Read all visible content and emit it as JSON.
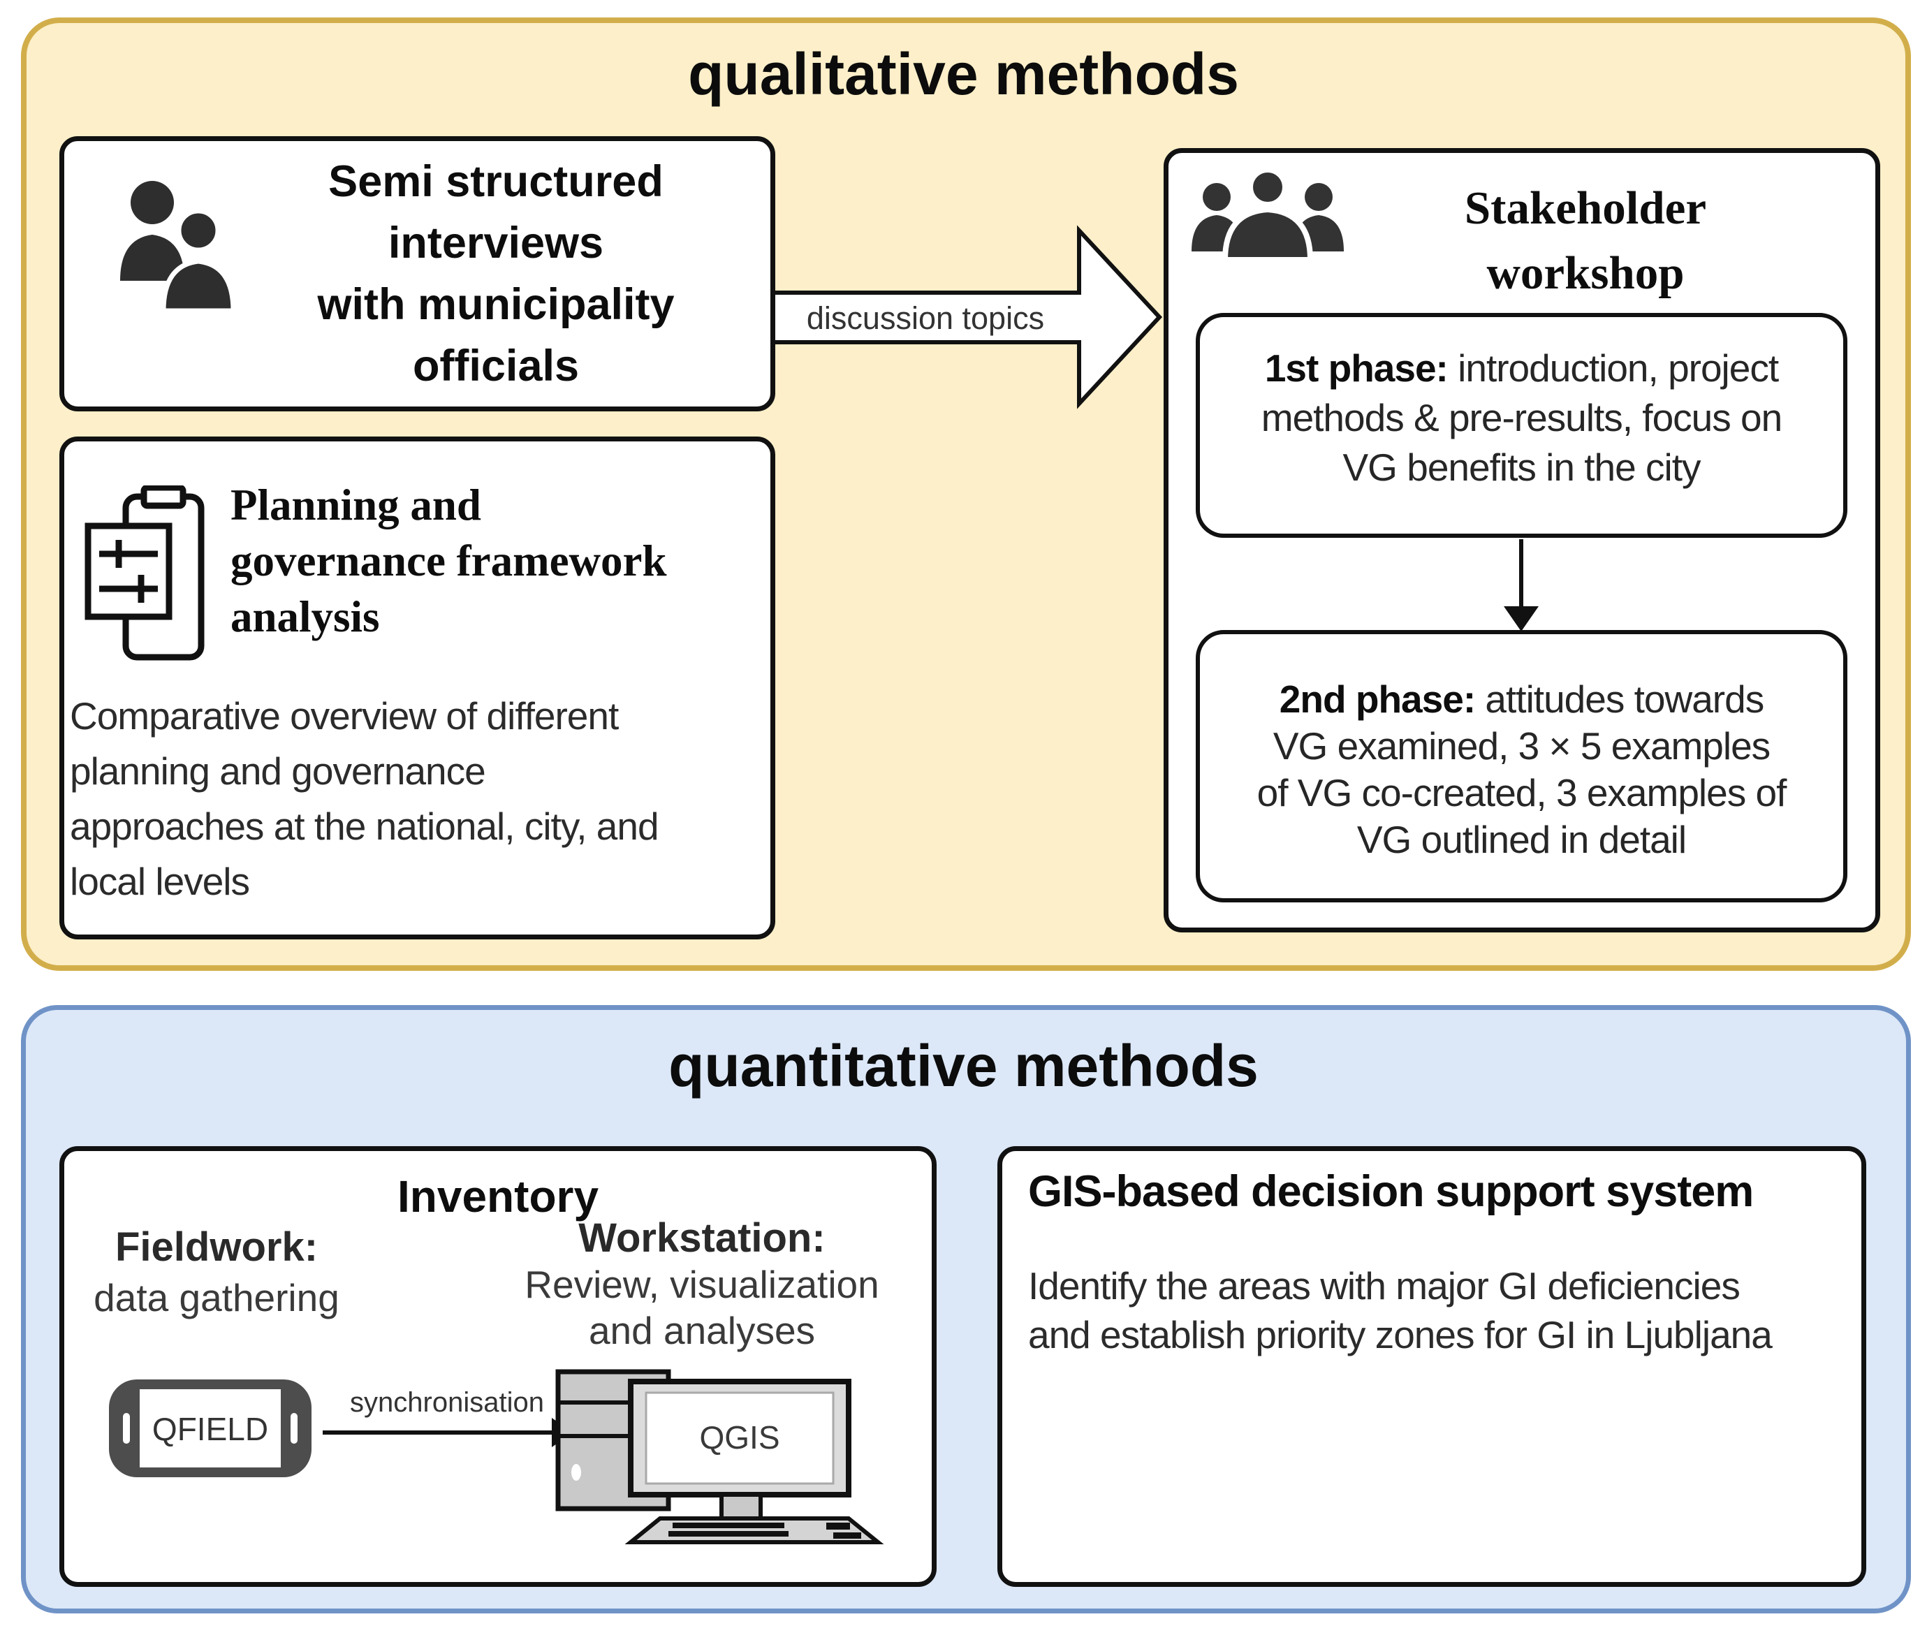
{
  "colors": {
    "yellow_panel_bg": "#FCEFC9",
    "yellow_panel_border": "#D2AE4B",
    "blue_panel_bg": "#DCE8F8",
    "blue_panel_border": "#7093C7",
    "box_border": "#111111",
    "text_primary": "#111111",
    "text_secondary": "#333333",
    "icon_dark": "#2E2E2E",
    "phone_body_gray": "#4D4D4D",
    "device_gray": "#C9C9C9"
  },
  "qualitative": {
    "title": "qualitative methods",
    "interviews": {
      "lines": [
        "Semi structured",
        "interviews",
        "with municipality",
        "officials"
      ]
    },
    "arrow_label": "discussion topics",
    "planning": {
      "title_lines": [
        "Planning and",
        "governance framework",
        "analysis"
      ],
      "body_lines": [
        "Comparative overview of different",
        "planning and governance",
        "approaches at the national, city, and",
        "local levels"
      ]
    },
    "workshop": {
      "title_lines": [
        "Stakeholder",
        "workshop"
      ],
      "phase1": {
        "lead": "1st phase:",
        "line1_rest": " introduction, project",
        "line2": "methods & pre-results, focus on",
        "line3": "VG benefits in the city"
      },
      "phase2": {
        "lead": "2nd phase:",
        "line1_rest": " attitudes towards",
        "line2": "VG examined, 3 × 5 examples",
        "line3": "of VG co-created, 3 examples of",
        "line4": "VG outlined in detail"
      }
    }
  },
  "quantitative": {
    "title": "quantitative methods",
    "inventory": {
      "title": "Inventory",
      "fieldwork_label": "Fieldwork:",
      "fieldwork_desc": "data gathering",
      "workstation_label": "Workstation:",
      "workstation_desc_lines": [
        "Review, visualization",
        "and analyses"
      ],
      "phone_label": "QFIELD",
      "sync_label": "synchronisation",
      "workstation_app_label": "QGIS"
    },
    "gis": {
      "title": "GIS-based decision support system",
      "body_lines": [
        "Identify the areas with major GI deficiencies",
        "and establish priority zones for GI in Ljubljana"
      ]
    }
  },
  "icons": {
    "interviews_icon": "two-people-icon",
    "workshop_icon": "three-people-group-icon",
    "planning_icon": "clipboard-settings-icon",
    "fieldwork_icon": "mobile-phone-icon",
    "workstation_icon": "desktop-computer-icon"
  }
}
